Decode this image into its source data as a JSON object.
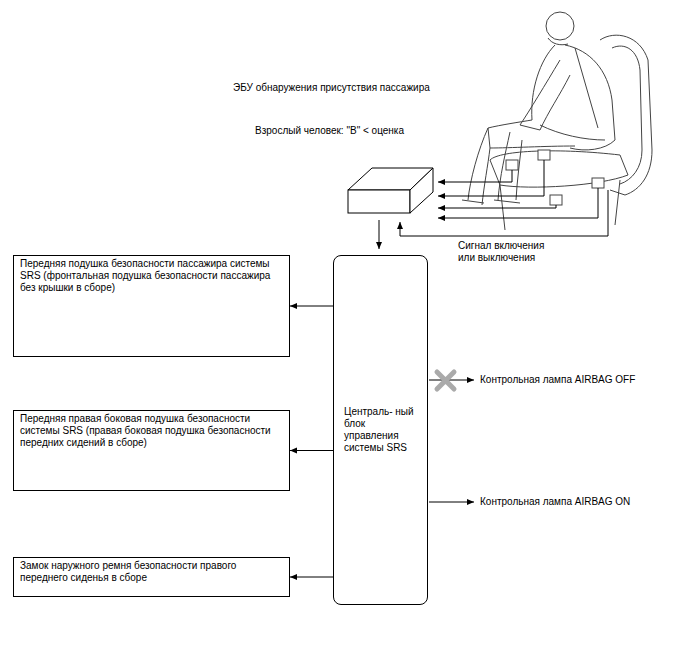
{
  "diagram": {
    "nodes": [
      {
        "text": [
          "Передняя подушка безопасности пассажира системы SRS (фронтальная подушка безопасности пассажира без крышки в сборе)"
        ]
      },
      {
        "text": [
          "Передняя правая боковая подушка безопасности системы SRS (правая боковая подушка безопасности передних сидений в сборе)"
        ]
      },
      {
        "text": [
          "Замок наружного ремня безопасности правого переднего сиденья в сборе"
        ]
      },
      {
        "text": [
          "Централь- ный блок управления системы SRS"
        ]
      }
    ],
    "edges": [
      {
        "from": 3,
        "to": 0,
        "arrow": "to"
      },
      {
        "from": 3,
        "to": 1,
        "arrow": "to"
      },
      {
        "from": 3,
        "to": 2,
        "arrow": "to"
      }
    ],
    "labels": [
      "ЭБУ обнаружения присутствия пассажира",
      "Взрослый человек: \"B\" < оценка",
      "Сигнал включения или выключения",
      "Контрольная лампа AIRBAG OFF",
      "Контрольная лампа AIRBAG ON"
    ]
  }
}
